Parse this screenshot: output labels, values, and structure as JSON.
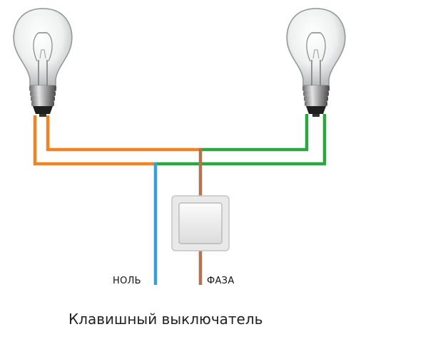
{
  "labels": {
    "neutral": "НОЛЬ",
    "phase": "ФАЗА",
    "caption": "Клавишный выключатель"
  },
  "colors": {
    "background": "#ffffff",
    "neutral_wire": "#3a9fd8",
    "phase_wire": "#b2744e",
    "lamp_left_wire": "#f28322",
    "lamp_right_wire": "#2ea640",
    "switch_body": "#e9e9e9"
  },
  "components": {
    "lamps": [
      "lamp-left",
      "lamp-right"
    ],
    "switch": "rocker-switch"
  }
}
